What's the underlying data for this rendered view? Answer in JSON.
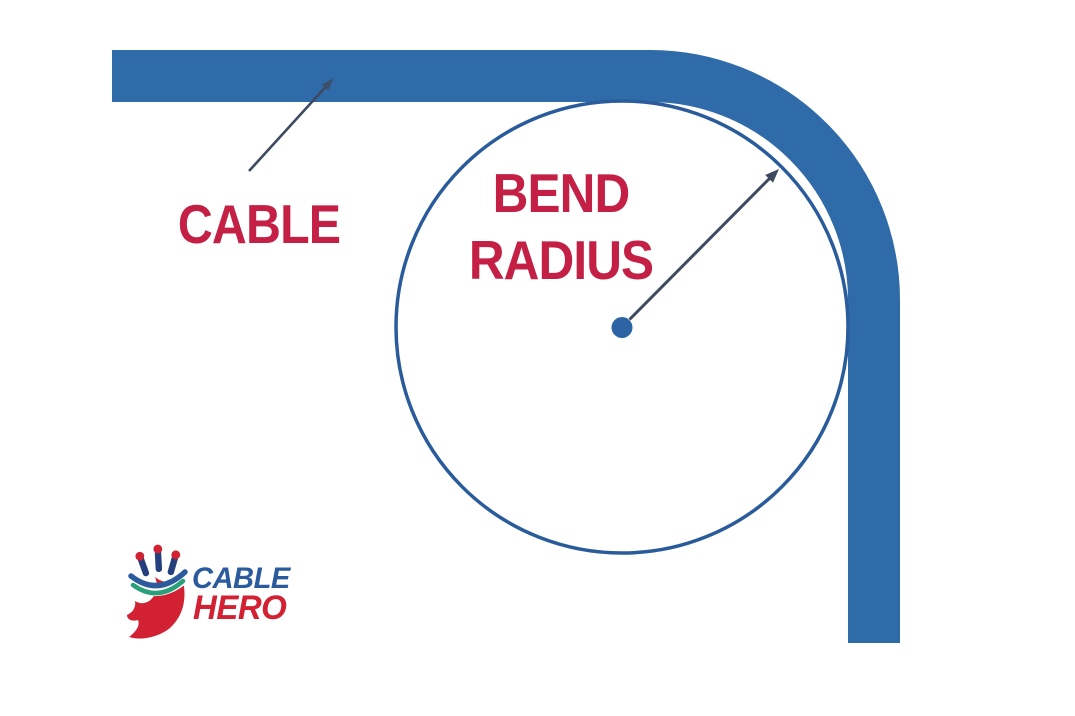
{
  "labels": {
    "cable": "CABLE",
    "bend_line1": "BEND",
    "bend_line2": "RADIUS"
  },
  "logo": {
    "line1": "CABLE",
    "line2": "HERO"
  },
  "colors": {
    "background": "#ffffff",
    "cable_blue": "#2e6ba8",
    "circle_stroke": "#2a5c9b",
    "center_dot": "#2b63a4",
    "label_red": "#c42045",
    "arrow_dark": "#3d4a60",
    "logo_blue": "#2b5b9c",
    "logo_red": "#d22133",
    "logo_teal": "#2aa07a",
    "logo_strand_navy": "#24407c"
  }
}
